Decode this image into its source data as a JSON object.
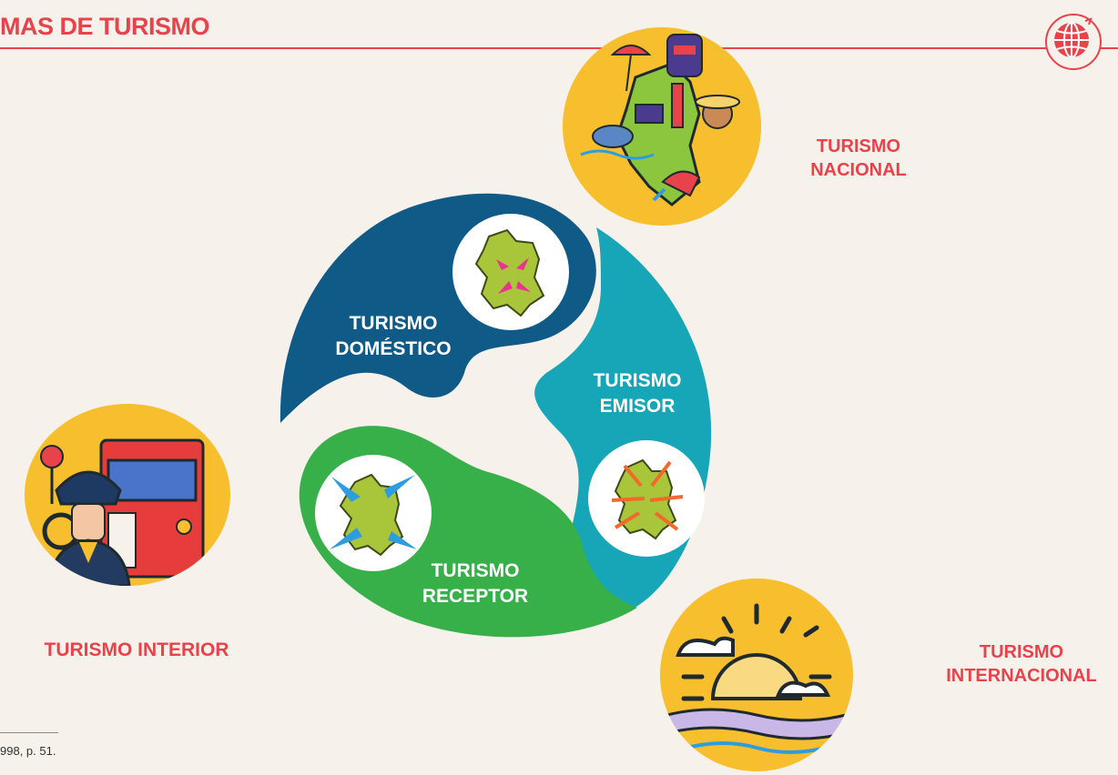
{
  "header": {
    "title": "MAS DE TURISMO"
  },
  "labels": {
    "nacional": [
      "TURISMO",
      "NACIONAL"
    ],
    "interior": "TURISMO INTERIOR",
    "internacional": [
      "TURISMO",
      "INTERNACIONAL"
    ],
    "domestico": [
      "TURISMO",
      "DOMÉSTICO"
    ],
    "emisor": [
      "TURISMO",
      "EMISOR"
    ],
    "receptor": [
      "TURISMO",
      "RECEPTOR"
    ]
  },
  "footnote": "998, p. 51.",
  "colors": {
    "accent": "#e8424b",
    "domestico": "#0f5a87",
    "emisor": "#16a6b7",
    "receptor": "#38b04a",
    "circle_yellow": "#f7be2d",
    "background": "#f6f1ea"
  },
  "icons": [
    "globe-icon",
    "colombia-map-icon",
    "bus-driver-icon",
    "sunset-icon",
    "map-inward-arrows-icon",
    "map-outward-arrows-icon",
    "map-receptor-arrows-icon"
  ]
}
